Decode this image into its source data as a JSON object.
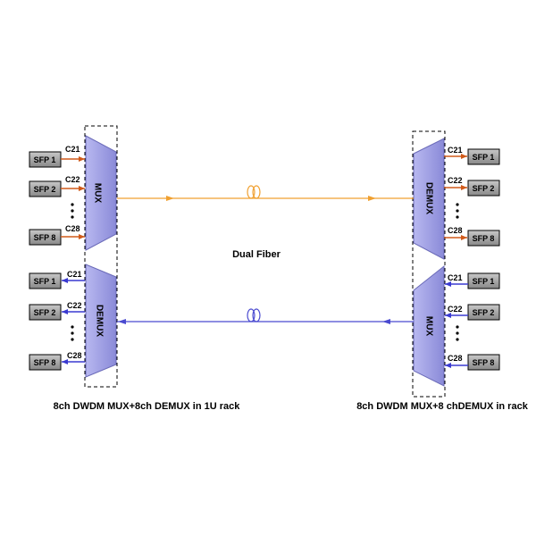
{
  "center_label": "Dual Fiber",
  "left_caption": "8ch DWDM MUX+8ch DEMUX in 1U rack",
  "right_caption": "8ch DWDM MUX+8 chDEMUX in rack",
  "left_top": {
    "unit_label": "MUX",
    "ports": [
      "SFP 1",
      "SFP 2",
      "SFP 8"
    ],
    "channels": [
      "C21",
      "C22",
      "C28"
    ]
  },
  "left_bottom": {
    "unit_label": "DEMUX",
    "ports": [
      "SFP 1",
      "SFP 2",
      "SFP 8"
    ],
    "channels": [
      "C21",
      "C22",
      "C28"
    ]
  },
  "right_top": {
    "unit_label": "DEMUX",
    "ports": [
      "SFP 1",
      "SFP 2",
      "SFP 8"
    ],
    "channels": [
      "C21",
      "C22",
      "C28"
    ]
  },
  "right_bottom": {
    "unit_label": "MUX",
    "ports": [
      "SFP 1",
      "SFP 2",
      "SFP 8"
    ],
    "channels": [
      "C21",
      "C22",
      "C28"
    ]
  },
  "colors": {
    "fiber_orange": "#f0a030",
    "fiber_blue": "#4a4ad0",
    "port_arrow_orange": "#d05a1a",
    "port_arrow_blue": "#3a3ad0",
    "trapezoid_fill": "#a8a8e8",
    "sfp_fill": "#a0a0a0"
  }
}
